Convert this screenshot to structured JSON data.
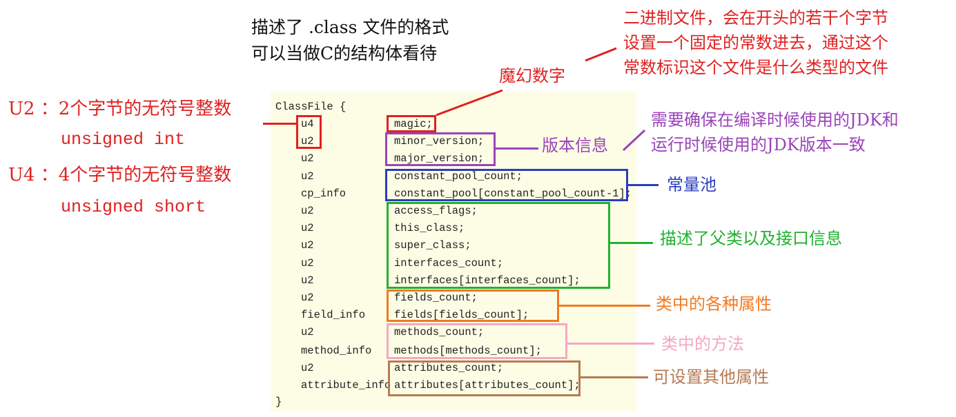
{
  "header_desc": {
    "line1": "描述了 .class 文件的格式",
    "line2": "可以当做C的结构体看待"
  },
  "left_notes": {
    "u2_title": "U2 ：2个字节的无符号整数",
    "u2_sub": "unsigned int",
    "u4_title": "U4 ：4个字节的无符号整数",
    "u4_sub": "unsigned short"
  },
  "code": {
    "open": "ClassFile {",
    "close": "}",
    "rows": [
      {
        "type": "u4",
        "field": "magic;"
      },
      {
        "type": "u2",
        "field": "minor_version;"
      },
      {
        "type": "u2",
        "field": "major_version;"
      },
      {
        "type": "u2",
        "field": "constant_pool_count;"
      },
      {
        "type": "cp_info",
        "field": "constant_pool[constant_pool_count-1];"
      },
      {
        "type": "u2",
        "field": "access_flags;"
      },
      {
        "type": "u2",
        "field": "this_class;"
      },
      {
        "type": "u2",
        "field": "super_class;"
      },
      {
        "type": "u2",
        "field": "interfaces_count;"
      },
      {
        "type": "u2",
        "field": "interfaces[interfaces_count];"
      },
      {
        "type": "u2",
        "field": "fields_count;"
      },
      {
        "type": "field_info",
        "field": "fields[fields_count];"
      },
      {
        "type": "u2",
        "field": "methods_count;"
      },
      {
        "type": "method_info",
        "field": "methods[methods_count];"
      },
      {
        "type": "u2",
        "field": "attributes_count;"
      },
      {
        "type": "attribute_info",
        "field": "attributes[attributes_count];"
      }
    ]
  },
  "annotations": {
    "magic_label": "魔幻数字",
    "magic_desc": [
      "二进制文件，会在开头的若干个字节",
      "设置一个固定的常数进去，通过这个",
      "常数标识这个文件是什么类型的文件"
    ],
    "version_label": "版本信息",
    "version_desc": [
      "需要确保在编译时候使用的JDK和",
      "运行时候使用的JDK版本一致"
    ],
    "pool_label": "常量池",
    "class_label": "描述了父类以及接口信息",
    "fields_label": "类中的各种属性",
    "methods_label": "类中的方法",
    "attributes_label": "可设置其他属性"
  },
  "colors": {
    "red": "#e02020",
    "purple": "#9a44b8",
    "blue": "#2a3cc0",
    "green": "#22b030",
    "orange": "#f07a22",
    "pink": "#f4a8c4",
    "brown": "#b77a52"
  }
}
